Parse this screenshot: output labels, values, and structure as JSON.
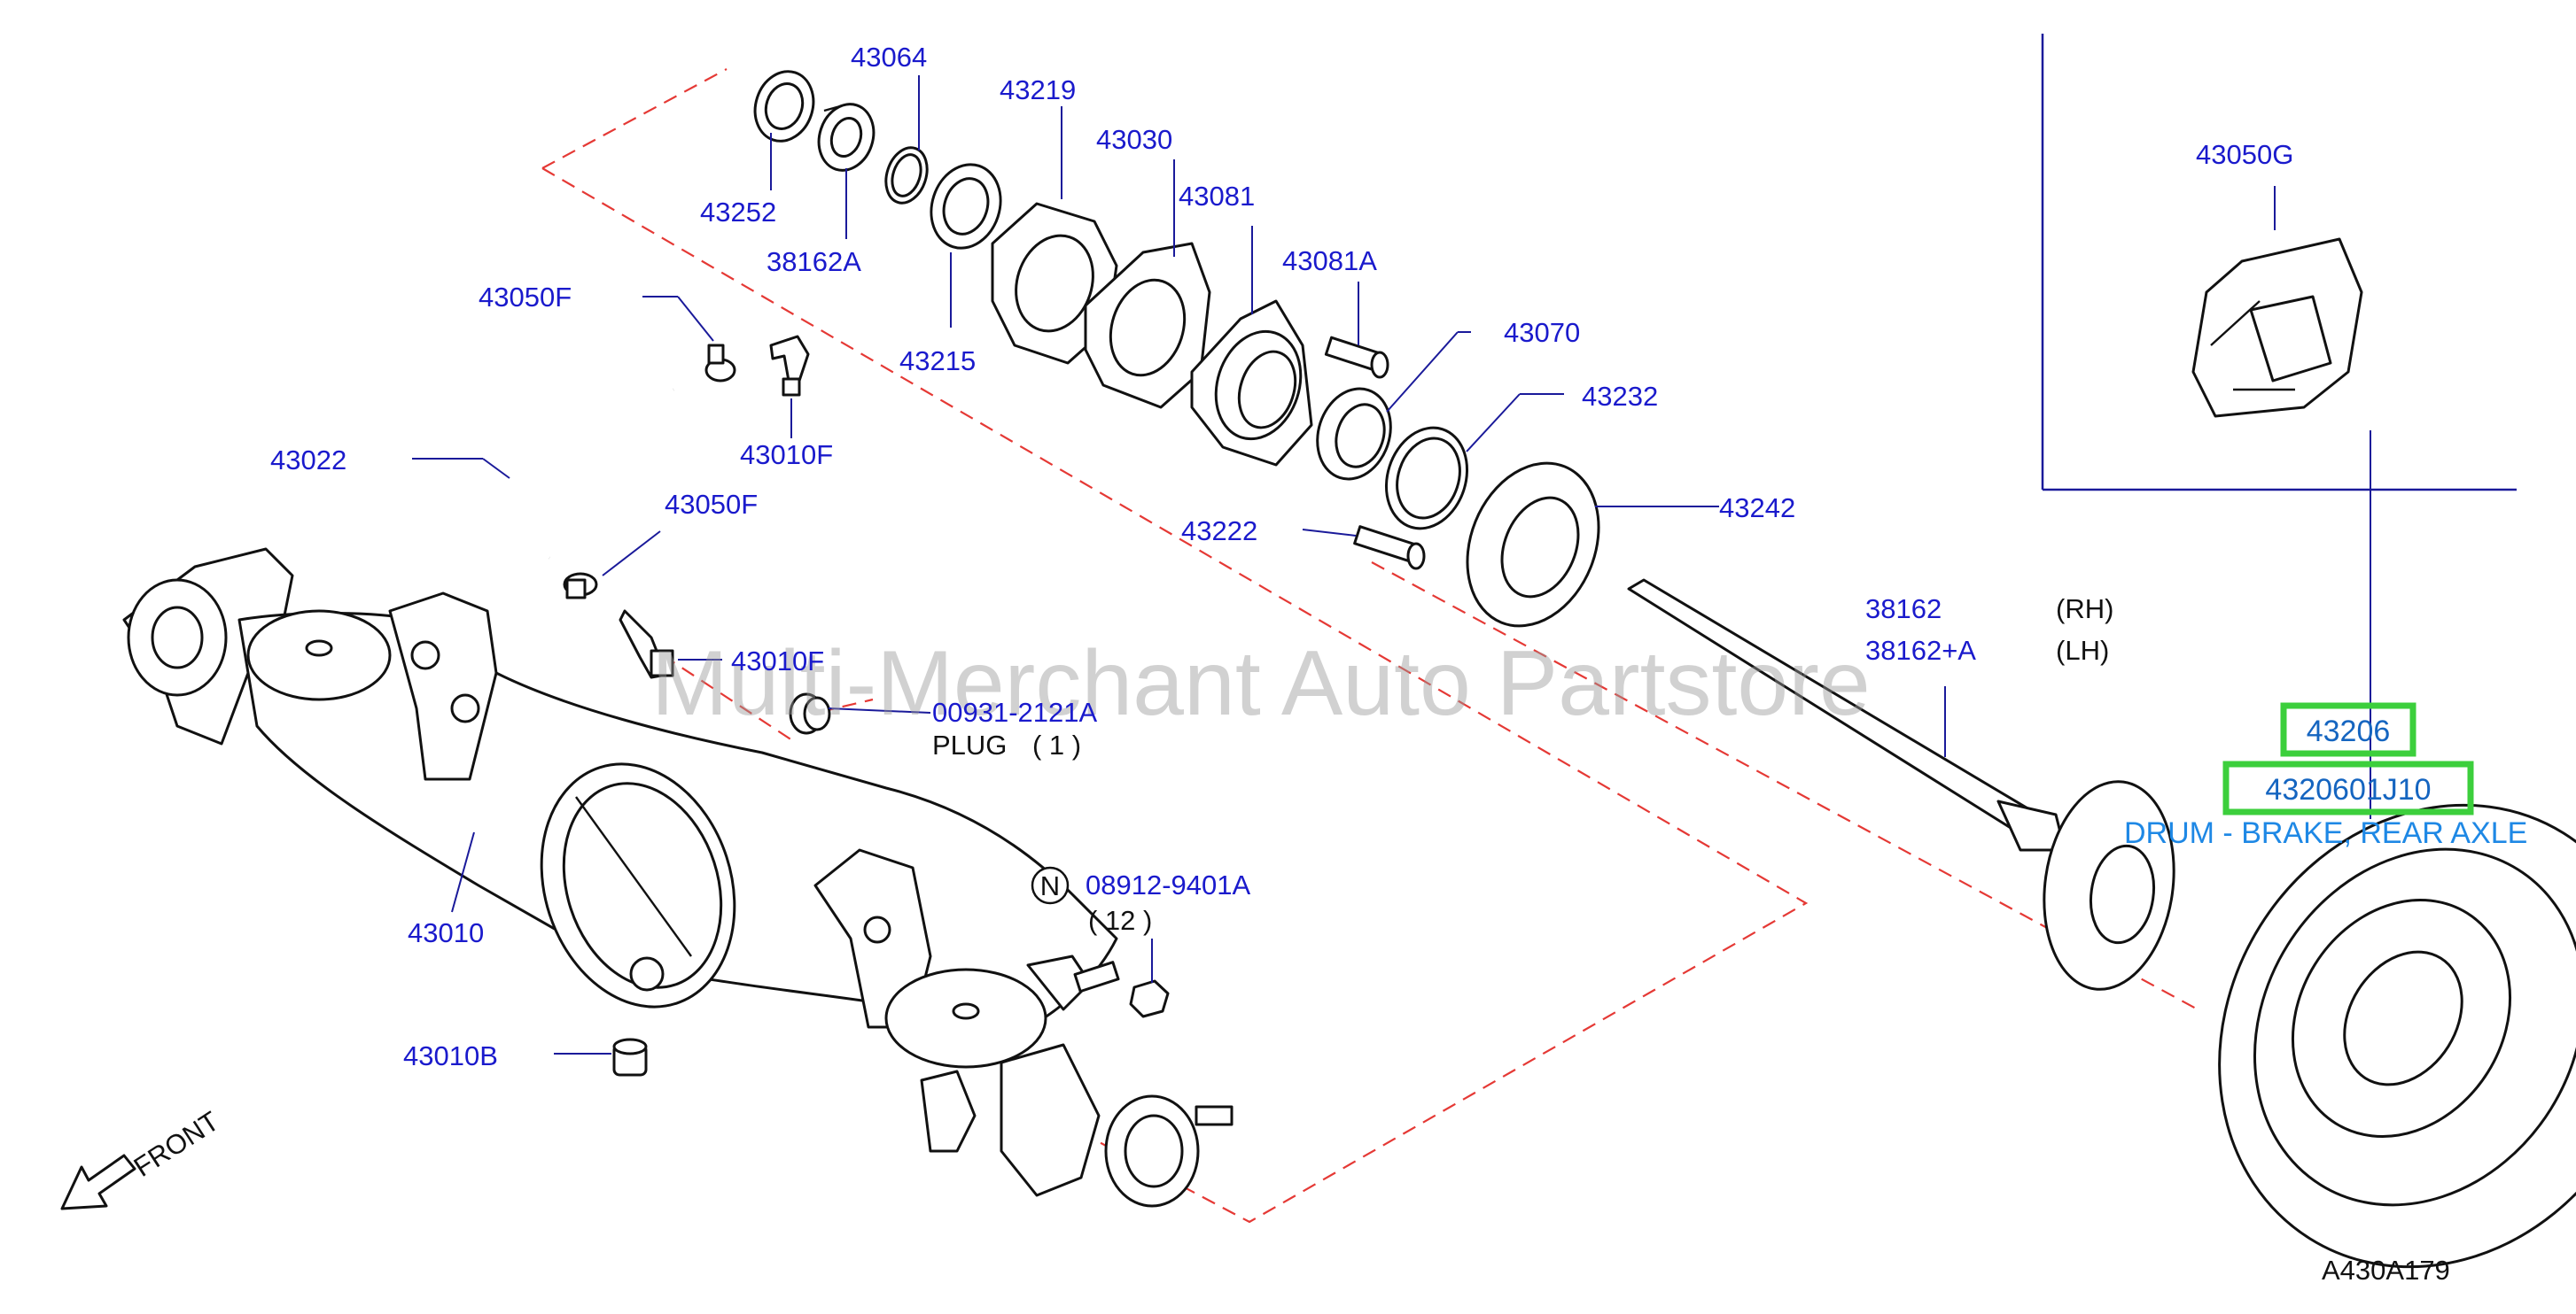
{
  "watermark": "Multi-Merchant Auto Partstore",
  "diagram_code": "A430A179",
  "front_label": "FRONT",
  "parts": [
    {
      "id": "p43064",
      "text": "43064"
    },
    {
      "id": "p43219",
      "text": "43219"
    },
    {
      "id": "p43030",
      "text": "43030"
    },
    {
      "id": "p43252",
      "text": "43252"
    },
    {
      "id": "p38162A",
      "text": "38162A"
    },
    {
      "id": "p43081",
      "text": "43081"
    },
    {
      "id": "p43081A",
      "text": "43081A"
    },
    {
      "id": "p43215",
      "text": "43215"
    },
    {
      "id": "p43050F_a",
      "text": "43050F"
    },
    {
      "id": "p43070",
      "text": "43070"
    },
    {
      "id": "p43232",
      "text": "43232"
    },
    {
      "id": "p43022",
      "text": "43022"
    },
    {
      "id": "p43010F_a",
      "text": "43010F"
    },
    {
      "id": "p43050F_b",
      "text": "43050F"
    },
    {
      "id": "p43242",
      "text": "43242"
    },
    {
      "id": "p43222",
      "text": "43222"
    },
    {
      "id": "p38162",
      "text": "38162"
    },
    {
      "id": "p38162pA",
      "text": "38162+A"
    },
    {
      "id": "p43010F_b",
      "text": "43010F"
    },
    {
      "id": "p00931",
      "text": "00931-2121A"
    },
    {
      "id": "p43010",
      "text": "43010"
    },
    {
      "id": "p08912",
      "text": "08912-9401A"
    },
    {
      "id": "p43010B",
      "text": "43010B"
    },
    {
      "id": "p43050G",
      "text": "43050G"
    }
  ],
  "side_labels": {
    "rh": "(RH)",
    "lh": "(LH)"
  },
  "plug": {
    "name": "PLUG",
    "qty": "( 1 )"
  },
  "nut": {
    "symbol": "N",
    "qty": "( 12 )"
  },
  "highlight": {
    "group_number": "43206",
    "part_number": "4320601J10",
    "description": "DRUM - BRAKE, REAR AXLE"
  },
  "colors": {
    "label": "#1a1acc",
    "highlight_box": "#3ccf3c",
    "dashed_line": "#e53935",
    "description": "#1e88e5"
  }
}
